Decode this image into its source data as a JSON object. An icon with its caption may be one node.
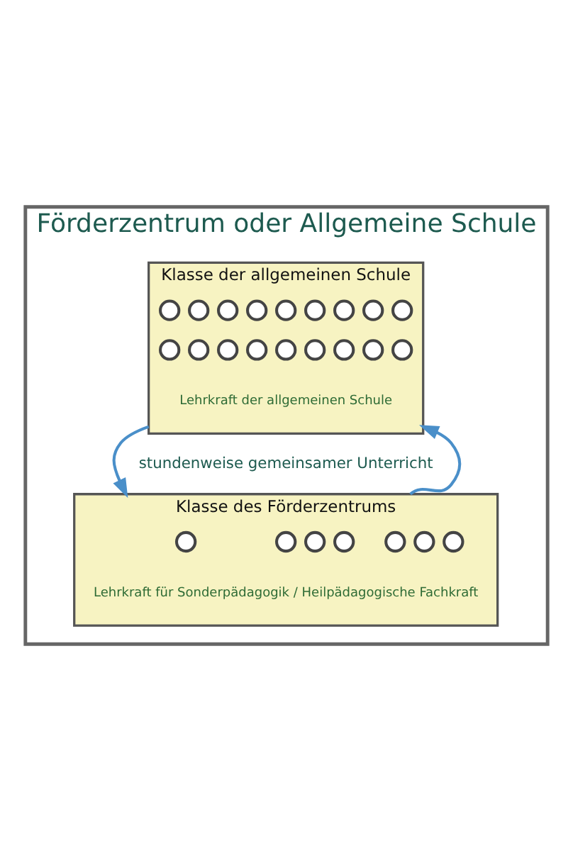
{
  "diagram": {
    "nodes": [
      {
        "text": [
          "Förderzentrum oder Allgemeine Schule"
        ]
      },
      {
        "text": [
          "Klasse der allgemeinen Schule",
          "Lehrkraft der allgemeinen Schule"
        ],
        "in": 0
      },
      {
        "text": [],
        "shape": "circle",
        "in": 1
      },
      {
        "text": [],
        "shape": "circle",
        "in": 1
      },
      {
        "text": [],
        "shape": "circle",
        "in": 1
      },
      {
        "text": [],
        "shape": "circle",
        "in": 1
      },
      {
        "text": [],
        "shape": "circle",
        "in": 1
      },
      {
        "text": [],
        "shape": "circle",
        "in": 1
      },
      {
        "text": [],
        "shape": "circle",
        "in": 1
      },
      {
        "text": [],
        "shape": "circle",
        "in": 1
      },
      {
        "text": [],
        "shape": "circle",
        "in": 1
      },
      {
        "text": [],
        "shape": "circle",
        "in": 1
      },
      {
        "text": [],
        "shape": "circle",
        "in": 1
      },
      {
        "text": [],
        "shape": "circle",
        "in": 1
      },
      {
        "text": [],
        "shape": "circle",
        "in": 1
      },
      {
        "text": [],
        "shape": "circle",
        "in": 1
      },
      {
        "text": [],
        "shape": "circle",
        "in": 1
      },
      {
        "text": [],
        "shape": "circle",
        "in": 1
      },
      {
        "text": [],
        "shape": "circle",
        "in": 1
      },
      {
        "text": [],
        "shape": "circle",
        "in": 1
      },
      {
        "text": [
          "Klasse des Förderzentrums",
          "Lehrkraft für Sonderpädagogik / Heilpädagogische Fachkraft"
        ],
        "in": 0
      },
      {
        "text": [],
        "shape": "circle",
        "in": 20
      },
      {
        "text": [],
        "shape": "circle",
        "in": 20
      },
      {
        "text": [],
        "shape": "circle",
        "in": 20
      },
      {
        "text": [],
        "shape": "circle",
        "in": 20
      },
      {
        "text": [],
        "shape": "circle",
        "in": 20
      },
      {
        "text": [],
        "shape": "circle",
        "in": 20
      },
      {
        "text": [],
        "shape": "circle",
        "in": 20
      }
    ],
    "edges": [
      {
        "from": 20,
        "to": 1,
        "arrow": "to",
        "color": "#4a8fc9"
      },
      {
        "from": 1,
        "to": 20,
        "arrow": "to",
        "color": "#4a8fc9"
      }
    ],
    "labels": [
      "stundenweise gemeinsamer Unterricht"
    ]
  }
}
